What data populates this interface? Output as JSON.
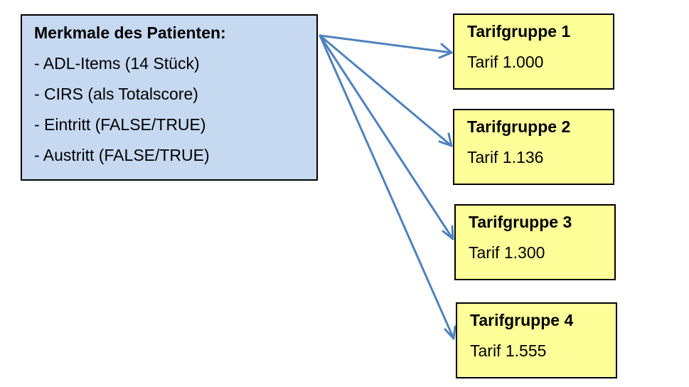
{
  "patient": {
    "title": "Merkmale des Patienten:",
    "items": [
      "- ADL-Items (14 Stück)",
      "- CIRS (als Totalscore)",
      "- Eintritt (FALSE/TRUE)",
      "- Austritt (FALSE/TRUE)"
    ]
  },
  "groups": [
    {
      "title": "Tarifgruppe 1",
      "tarif": "Tarif 1.000"
    },
    {
      "title": "Tarifgruppe 2",
      "tarif": "Tarif 1.136"
    },
    {
      "title": "Tarifgruppe 3",
      "tarif": "Tarif 1.300"
    },
    {
      "title": "Tarifgruppe 4",
      "tarif": "Tarif 1.555"
    }
  ],
  "colors": {
    "patient_fill": "#c6d9f1",
    "tarif_fill": "#ffff99",
    "arrow": "#4f81bd"
  }
}
